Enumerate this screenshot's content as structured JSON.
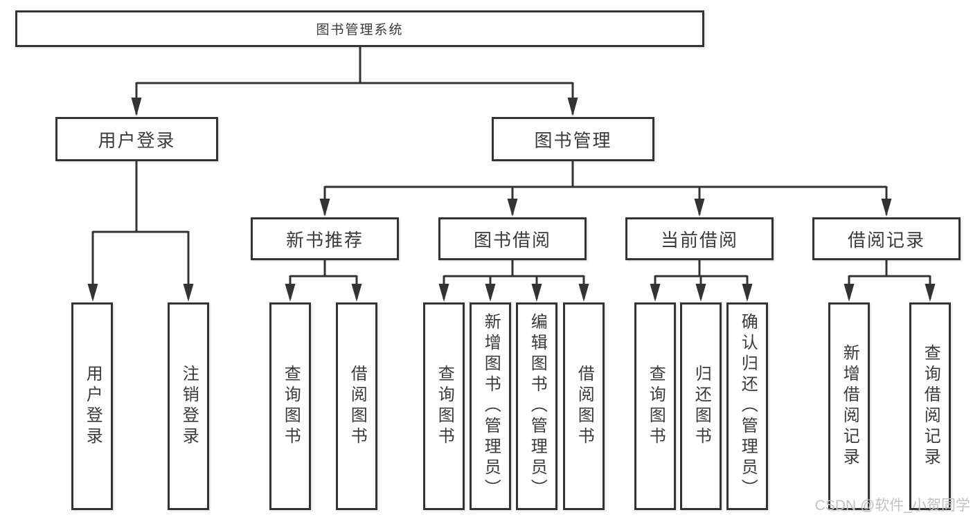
{
  "colors": {
    "line": "#333333",
    "text": "#3a3a3a",
    "background": "#ffffff",
    "watermark": "#c2c2c2"
  },
  "watermark": {
    "text": "CSDN @软件_小贺同学"
  },
  "tree": {
    "root": {
      "label": "图书管理系统",
      "children": [
        {
          "label": "用户登录",
          "children": [
            {
              "label": "用户登录"
            },
            {
              "label": "注销登录"
            }
          ]
        },
        {
          "label": "图书管理",
          "children": [
            {
              "label": "新书推荐",
              "children": [
                {
                  "label": "查询图书"
                },
                {
                  "label": "借阅图书"
                }
              ]
            },
            {
              "label": "图书借阅",
              "children": [
                {
                  "label": "查询图书"
                },
                {
                  "label": "新增图书（管理员）"
                },
                {
                  "label": "编辑图书（管理员）"
                },
                {
                  "label": "借阅图书"
                }
              ]
            },
            {
              "label": "当前借阅",
              "children": [
                {
                  "label": "查询图书"
                },
                {
                  "label": "归还图书"
                },
                {
                  "label": "确认归还（管理员）"
                }
              ]
            },
            {
              "label": "借阅记录",
              "children": [
                {
                  "label": "新增借阅记录"
                },
                {
                  "label": "查询借阅记录"
                }
              ]
            }
          ]
        }
      ]
    }
  }
}
